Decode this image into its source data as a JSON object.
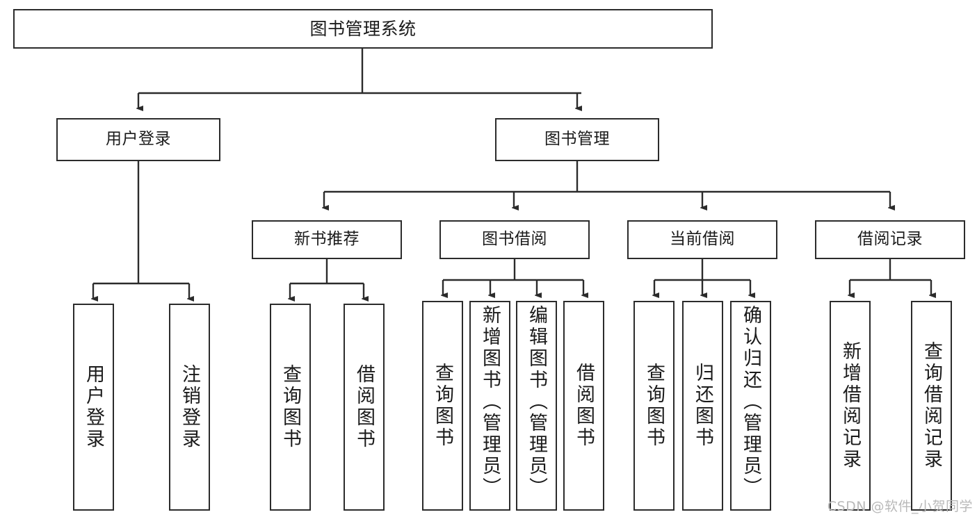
{
  "diagram": {
    "title": "图书管理系统",
    "type": "tree",
    "watermark": "CSDN @软件_小贺同学",
    "colors": {
      "stroke": "#2b2b2b",
      "fill": "#ffffff",
      "text": "#1a1a1a",
      "watermark": "#b9b9b9"
    },
    "levels": {
      "root": {
        "label": "图书管理系统"
      },
      "level2": [
        {
          "label": "用户登录"
        },
        {
          "label": "图书管理"
        }
      ],
      "level3": [
        {
          "label": "新书推荐"
        },
        {
          "label": "图书借阅"
        },
        {
          "label": "当前借阅"
        },
        {
          "label": "借阅记录"
        }
      ],
      "leaves": {
        "user_login": [
          {
            "label": "用户登录"
          },
          {
            "label": "注销登录"
          }
        ],
        "new_book": [
          {
            "label": "查询图书"
          },
          {
            "label": "借阅图书"
          }
        ],
        "borrow": [
          {
            "label": "查询图书"
          },
          {
            "label": "新增图书（管理员）"
          },
          {
            "label": "编辑图书（管理员）"
          },
          {
            "label": "借阅图书"
          }
        ],
        "current": [
          {
            "label": "查询图书"
          },
          {
            "label": "归还图书"
          },
          {
            "label": "确认归还（管理员）"
          }
        ],
        "records": [
          {
            "label": "新增借阅记录"
          },
          {
            "label": "查询借阅记录"
          }
        ]
      }
    }
  }
}
